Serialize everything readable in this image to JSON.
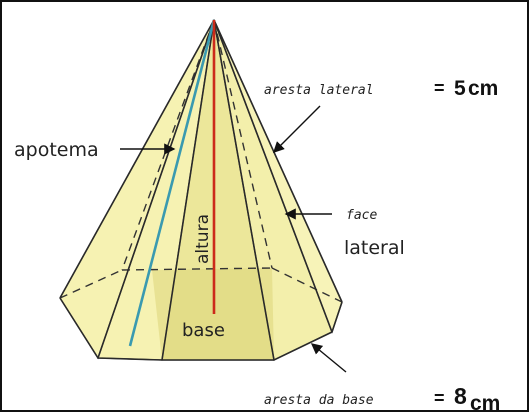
{
  "labels": {
    "apotema": "apotema",
    "altura": "altura",
    "base": "base",
    "aresta_lateral": {
      "name": "aresta lateral",
      "equals": "=",
      "value": "5",
      "unit": "cm"
    },
    "face_lateral": {
      "line1": "face",
      "line2": "lateral"
    },
    "aresta_da_base": {
      "name": "aresta da base",
      "equals": "=",
      "value": "8",
      "unit": "cm"
    }
  },
  "colors": {
    "face": "#f6f2b2",
    "face_front": "#ece79a",
    "base": "#dcd67a",
    "edge": "#333333",
    "altura_line": "#cc2a1a",
    "apotema_line": "#3a9ab0"
  }
}
